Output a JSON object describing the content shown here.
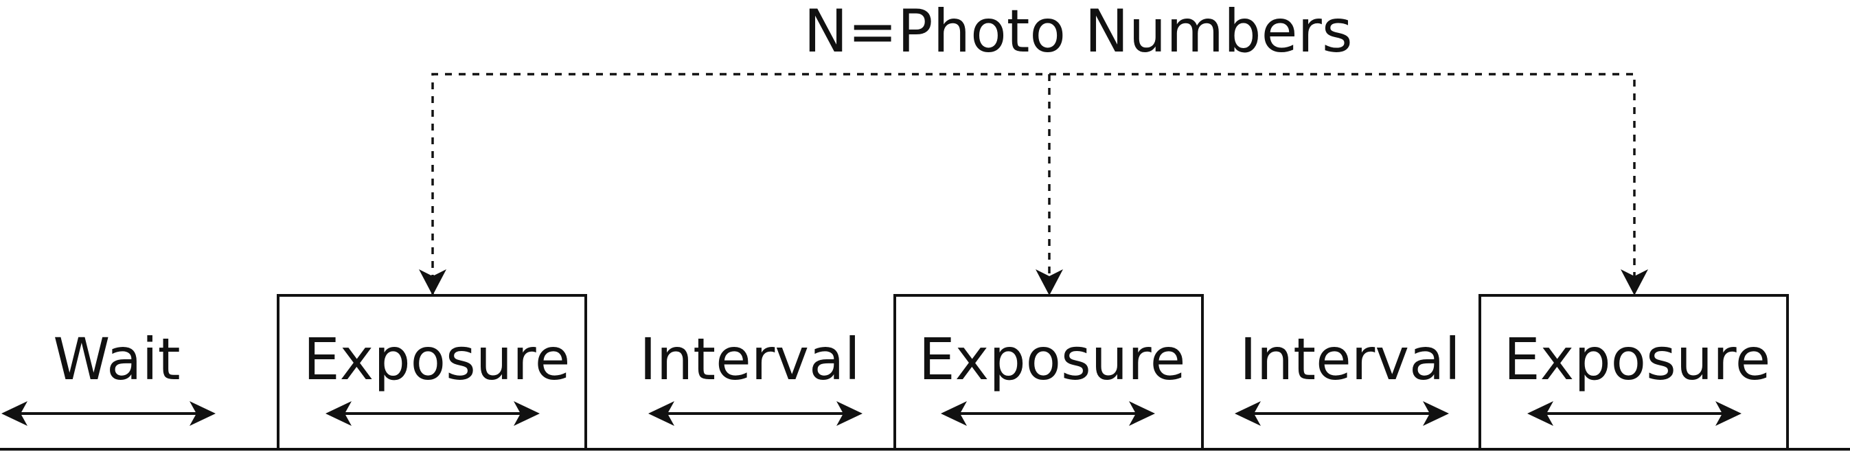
{
  "diagram": {
    "title": "N=Photo Numbers",
    "segments": [
      {
        "label": "Wait"
      },
      {
        "label": "Exposure"
      },
      {
        "label": "Interval"
      },
      {
        "label": "Exposure"
      },
      {
        "label": "Interval"
      },
      {
        "label": "Exposure"
      }
    ]
  }
}
